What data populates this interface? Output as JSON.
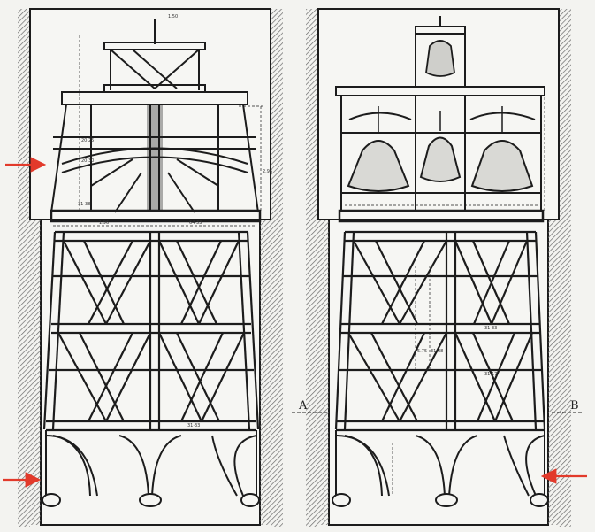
{
  "drawing": {
    "section_marks": {
      "left": "A",
      "right": "B"
    },
    "dimension_labels": {
      "top_small": "1.50",
      "beam_a": "20·25",
      "beam_b": "20·30",
      "beam_c": "31·38",
      "span_a": "1.96",
      "span_b": "64·33",
      "depth": "2.96",
      "bottom_a": "31·33",
      "right_a": "31·33",
      "right_b": "31·17",
      "right_c": "5.75",
      "right_d": "31·38"
    },
    "annotation_arrows": [
      "left-upper-arrow",
      "left-lower-arrow",
      "right-lower-arrow"
    ],
    "colors": {
      "ink": "#1c1c1c",
      "paper": "#f3f3f0",
      "hatch": "#6a6a6a",
      "arrow": "#e23a2b"
    }
  }
}
